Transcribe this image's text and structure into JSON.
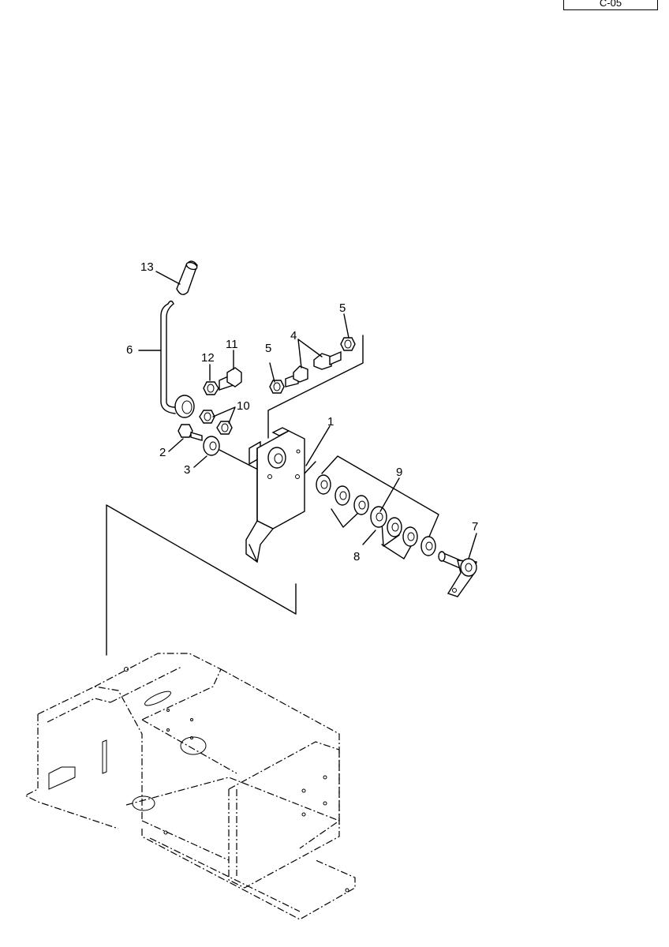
{
  "page_ref": "C-05",
  "callouts": {
    "c1": "1",
    "c2": "2",
    "c3": "3",
    "c4": "4",
    "c5a": "5",
    "c5b": "5",
    "c6": "6",
    "c7": "7",
    "c8": "8",
    "c9": "9",
    "c10": "10",
    "c11": "11",
    "c12": "12",
    "c13": "13"
  }
}
